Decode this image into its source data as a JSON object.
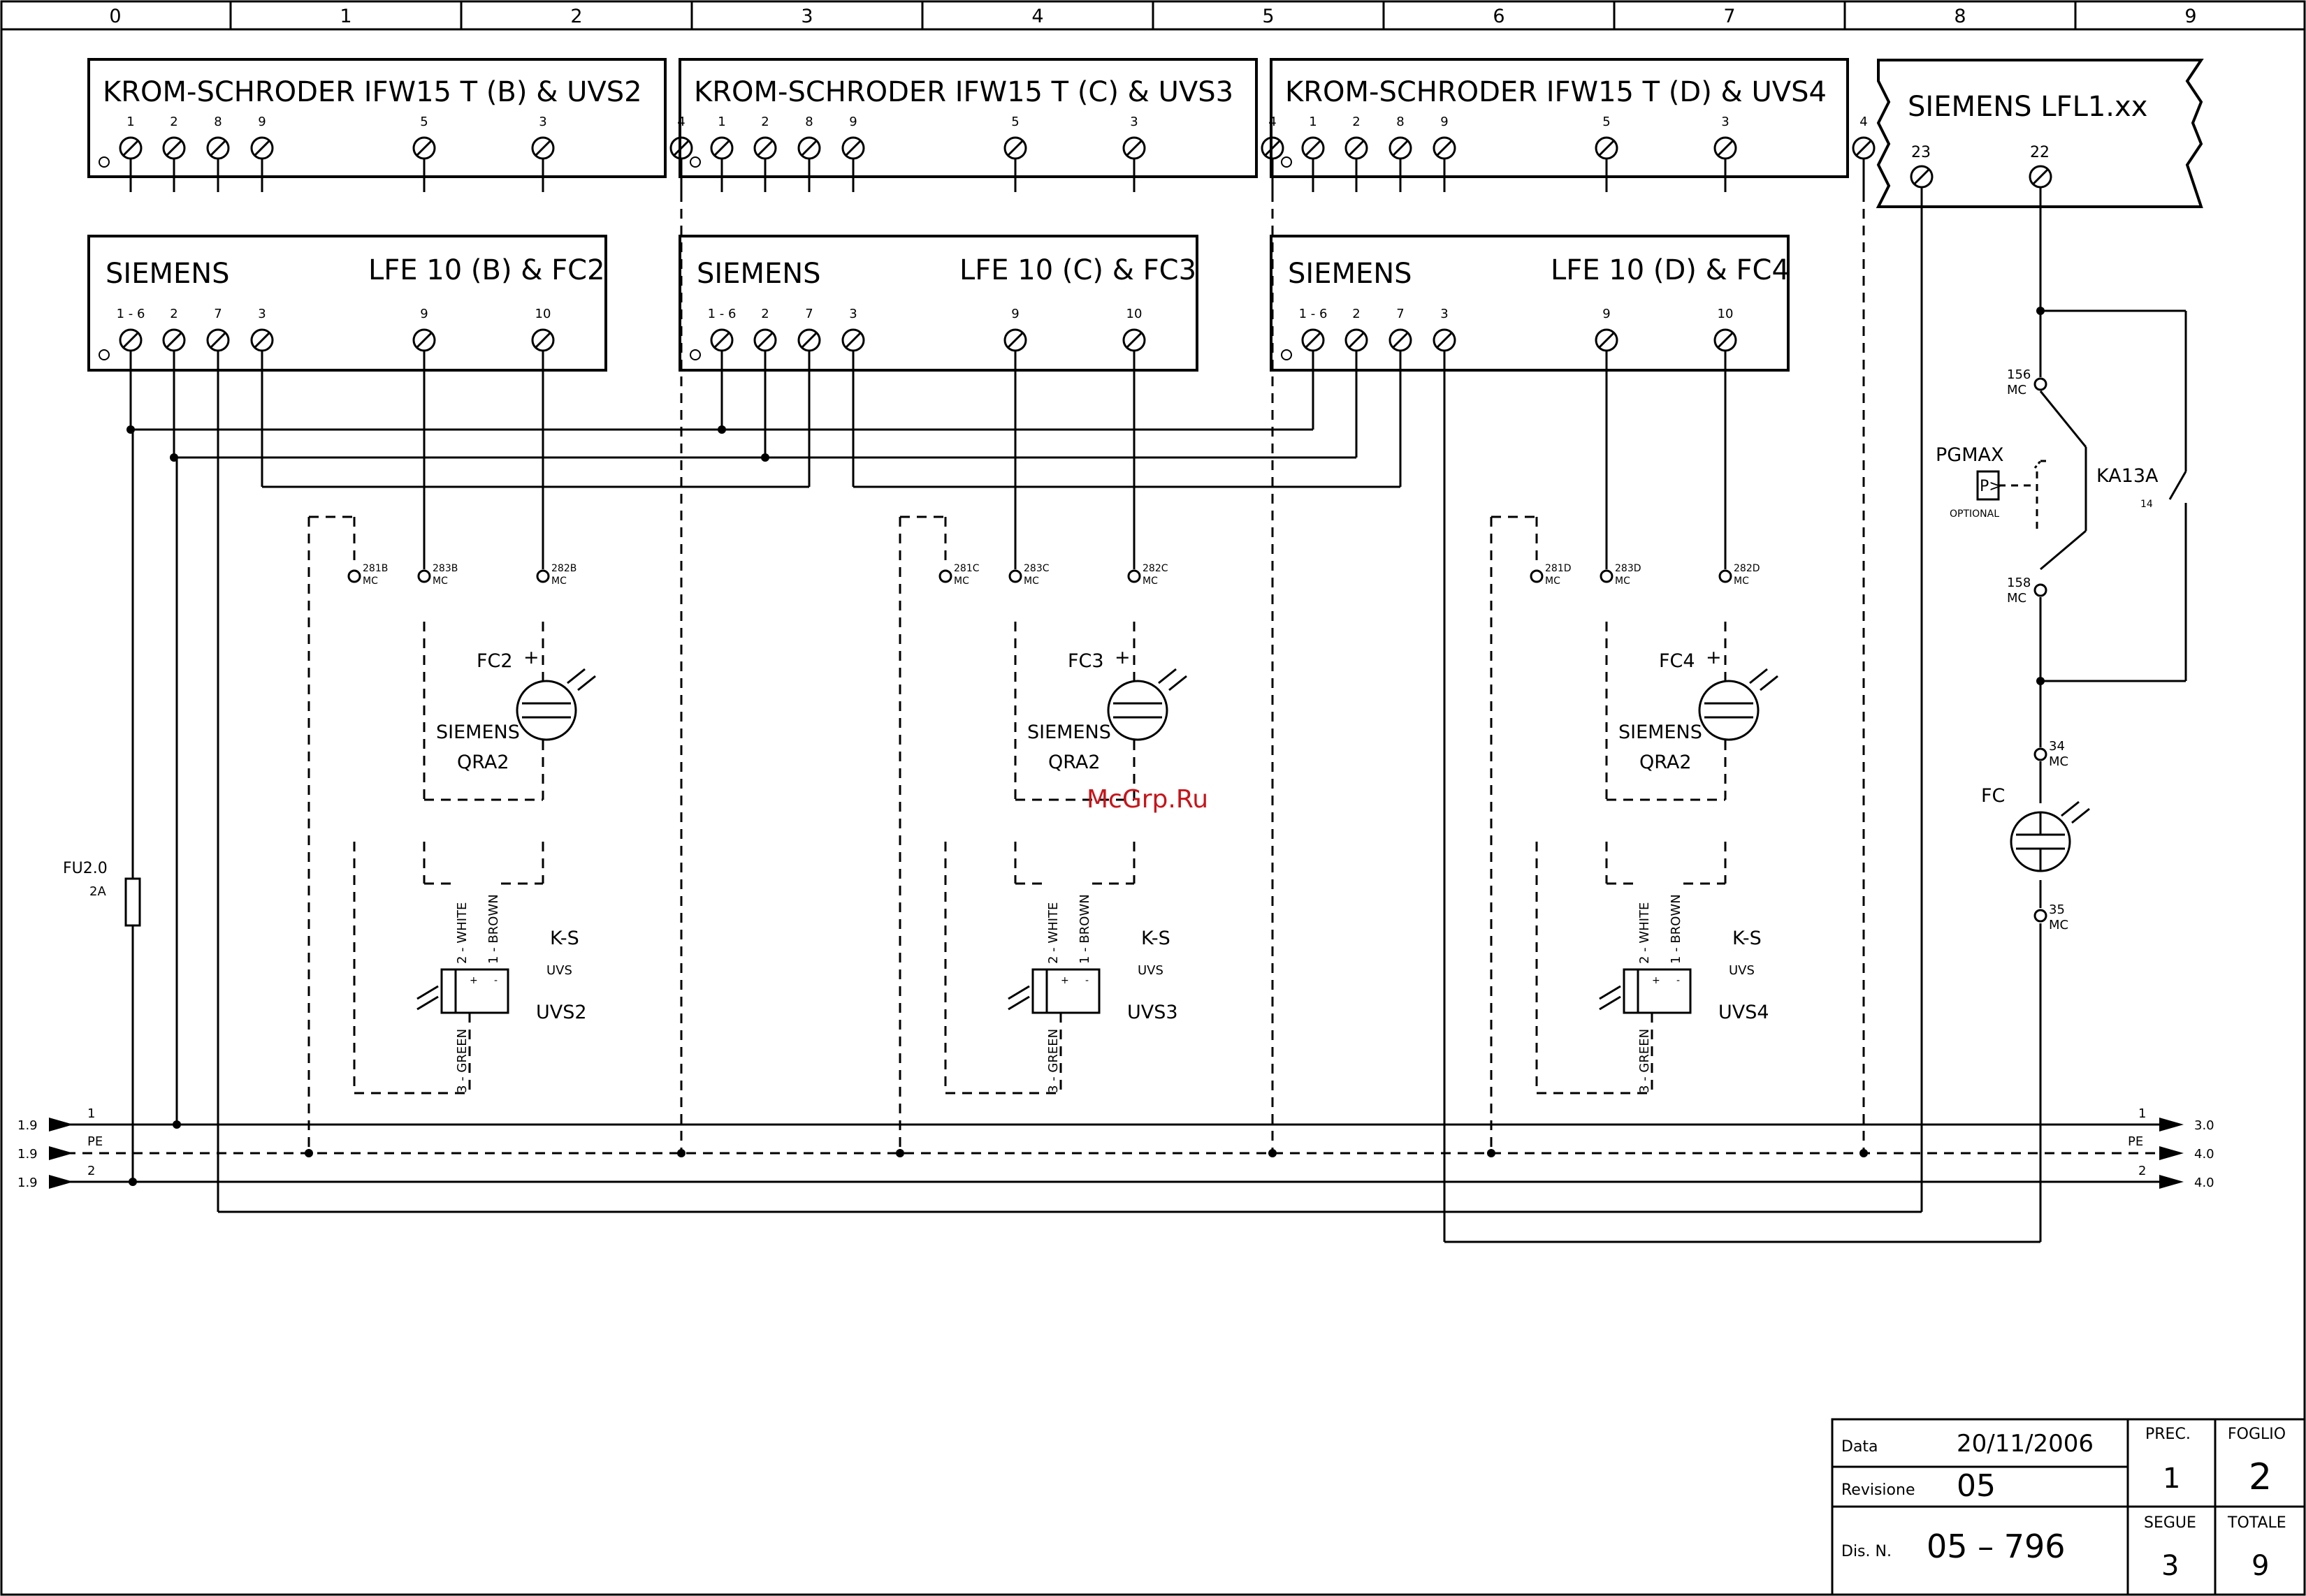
{
  "column_ruler": [
    "0",
    "1",
    "2",
    "3",
    "4",
    "5",
    "6",
    "7",
    "8",
    "9"
  ],
  "colors": {
    "line": "#000000",
    "watermark": "#c8141a",
    "background": "#ffffff"
  },
  "ignition_units": [
    {
      "id": "b",
      "top_title": "KROM-SCHRODER IFW15 T (B)  & UVS2",
      "top_terminals": [
        "1",
        "2",
        "8",
        "9",
        "5",
        "3",
        "4"
      ],
      "lower_brand": "SIEMENS",
      "lower_model": "LFE 10 (B)  & FC2",
      "lower_terminals": [
        "1 - 6",
        "2",
        "7",
        "3",
        "9",
        "10"
      ],
      "contacts": [
        {
          "label": "281B",
          "sub": "MC"
        },
        {
          "label": "283B",
          "sub": "MC"
        },
        {
          "label": "282B",
          "sub": "MC"
        }
      ],
      "photocell": {
        "name": "FC2",
        "polarity": "+",
        "brand": "SIEMENS",
        "model": "QRA2"
      },
      "uv_sensor": {
        "white": "2 - WHITE",
        "brown": "1 - BROWN",
        "green": "3 - GREEN",
        "plus": "+",
        "minus": "-",
        "brand": "K-S",
        "type": "UVS",
        "name": "UVS2"
      }
    },
    {
      "id": "c",
      "top_title": "KROM-SCHRODER IFW15 T (C)  & UVS3",
      "top_terminals": [
        "1",
        "2",
        "8",
        "9",
        "5",
        "3",
        "4"
      ],
      "lower_brand": "SIEMENS",
      "lower_model": "LFE 10 (C)  & FC3",
      "lower_terminals": [
        "1 - 6",
        "2",
        "7",
        "3",
        "9",
        "10"
      ],
      "contacts": [
        {
          "label": "281C",
          "sub": "MC"
        },
        {
          "label": "283C",
          "sub": "MC"
        },
        {
          "label": "282C",
          "sub": "MC"
        }
      ],
      "photocell": {
        "name": "FC3",
        "polarity": "+",
        "brand": "SIEMENS",
        "model": "QRA2"
      },
      "uv_sensor": {
        "white": "2 - WHITE",
        "brown": "1 - BROWN",
        "green": "3 - GREEN",
        "plus": "+",
        "minus": "-",
        "brand": "K-S",
        "type": "UVS",
        "name": "UVS3"
      }
    },
    {
      "id": "d",
      "top_title": "KROM-SCHRODER IFW15 T (D)  & UVS4",
      "top_terminals": [
        "1",
        "2",
        "8",
        "9",
        "5",
        "3",
        "4"
      ],
      "lower_brand": "SIEMENS",
      "lower_model": "LFE 10 (D)  & FC4",
      "lower_terminals": [
        "1 - 6",
        "2",
        "7",
        "3",
        "9",
        "10"
      ],
      "contacts": [
        {
          "label": "281D",
          "sub": "MC"
        },
        {
          "label": "283D",
          "sub": "MC"
        },
        {
          "label": "282D",
          "sub": "MC"
        }
      ],
      "photocell": {
        "name": "FC4",
        "polarity": "+",
        "brand": "SIEMENS",
        "model": "QRA2"
      },
      "uv_sensor": {
        "white": "2 - WHITE",
        "brown": "1 - BROWN",
        "green": "3 - GREEN",
        "plus": "+",
        "minus": "-",
        "brand": "K-S",
        "type": "UVS",
        "name": "UVS4"
      }
    }
  ],
  "lfl": {
    "title": "SIEMENS LFL1.xx",
    "terminals": [
      "23",
      "22"
    ]
  },
  "right_circuit": {
    "contact_156": {
      "label": "156",
      "sub": "MC"
    },
    "contact_158": {
      "label": "158",
      "sub": "MC"
    },
    "contact_34": {
      "label": "34",
      "sub": "MC"
    },
    "contact_35": {
      "label": "35",
      "sub": "MC"
    },
    "pgmax": "PGMAX",
    "pgmax_symbol": "P>",
    "optional": "OPTIONAL",
    "relay": "KA13A",
    "relay_pins": "14",
    "fc": "FC"
  },
  "fuse": {
    "name": "FU2.0",
    "rating": "2A"
  },
  "buses": [
    {
      "from": "1.9",
      "wire": "1",
      "to": "3.0"
    },
    {
      "from": "1.9",
      "wire": "PE",
      "to": "4.0"
    },
    {
      "from": "1.9",
      "wire": "2",
      "to": "4.0"
    }
  ],
  "watermark": "McGrp.Ru",
  "title_block": {
    "data_label": "Data",
    "data_value": "20/11/2006",
    "revisione_label": "Revisione",
    "revisione_value": "05",
    "dis_label": "Dis. N.",
    "dis_value": "05 – 796",
    "prec_label": "PREC.",
    "prec_value": "1",
    "foglio_label": "FOGLIO",
    "foglio_value": "2",
    "segue_label": "SEGUE",
    "segue_value": "3",
    "totale_label": "TOTALE",
    "totale_value": "9"
  }
}
